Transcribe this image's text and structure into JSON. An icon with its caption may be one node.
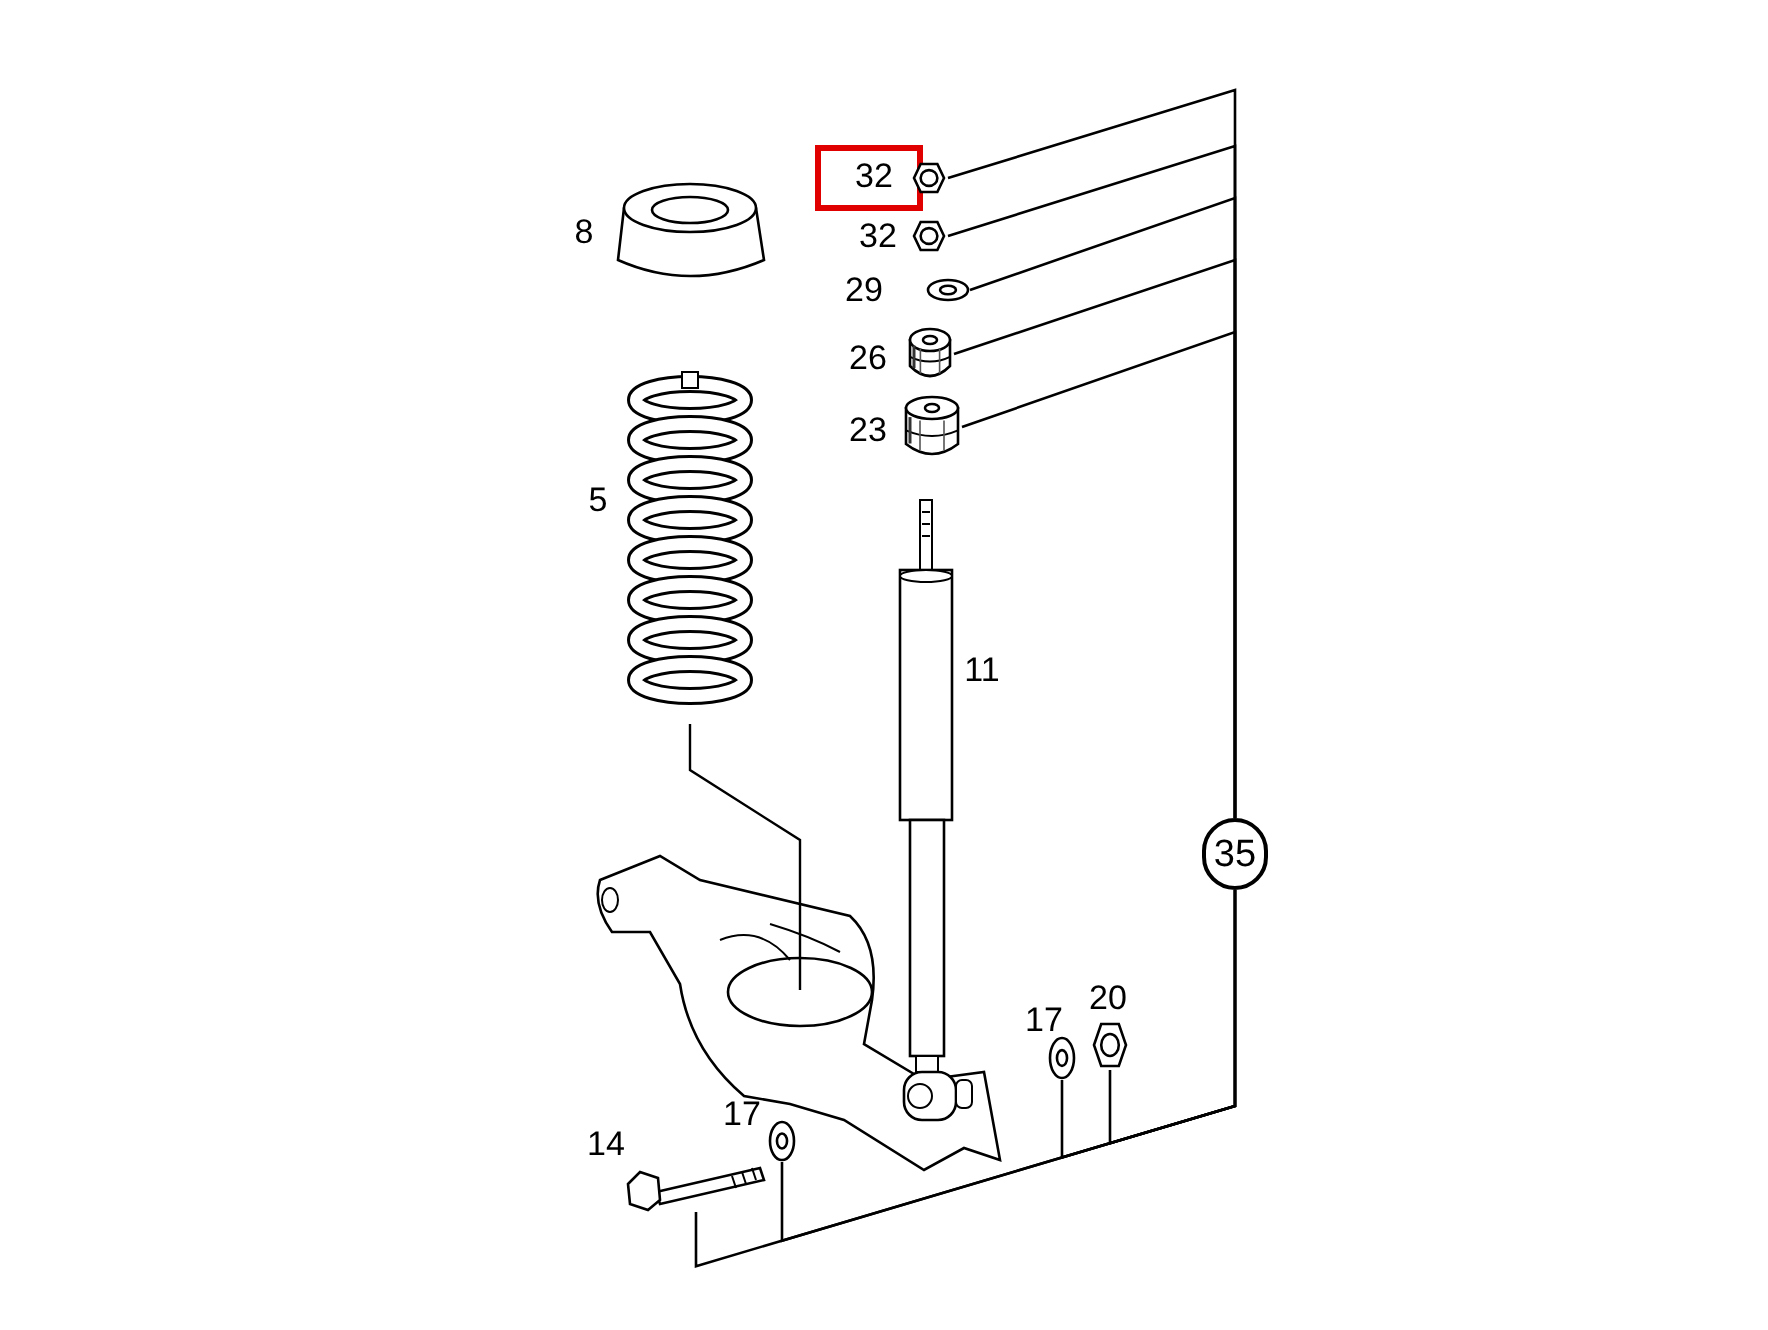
{
  "diagram": {
    "nodes": [
      {
        "text": [
          "35"
        ]
      },
      {
        "text": [],
        "shape": "picture"
      },
      {
        "text": [],
        "shape": "picture"
      },
      {
        "text": [],
        "shape": "picture"
      },
      {
        "text": [],
        "shape": "picture"
      },
      {
        "text": [],
        "shape": "picture"
      },
      {
        "text": [],
        "shape": "picture"
      },
      {
        "text": [],
        "shape": "picture"
      },
      {
        "text": [],
        "shape": "picture"
      },
      {
        "text": [],
        "shape": "picture"
      }
    ],
    "edges": [
      {
        "from": 0,
        "to": 1,
        "arrow": "none"
      },
      {
        "from": 0,
        "to": 2,
        "arrow": "none"
      },
      {
        "from": 0,
        "to": 3,
        "arrow": "none"
      },
      {
        "from": 0,
        "to": 4,
        "arrow": "none"
      },
      {
        "from": 0,
        "to": 5,
        "arrow": "none"
      },
      {
        "from": 0,
        "to": 6,
        "arrow": "none"
      },
      {
        "from": 0,
        "to": 7,
        "arrow": "none"
      },
      {
        "from": 0,
        "to": 8,
        "arrow": "none"
      },
      {
        "from": 0,
        "to": 9,
        "arrow": "none"
      }
    ],
    "labels": [
      "32",
      "8",
      "32",
      "29",
      "26",
      "23",
      "5",
      "11",
      "20",
      "17",
      "14",
      "17"
    ]
  }
}
